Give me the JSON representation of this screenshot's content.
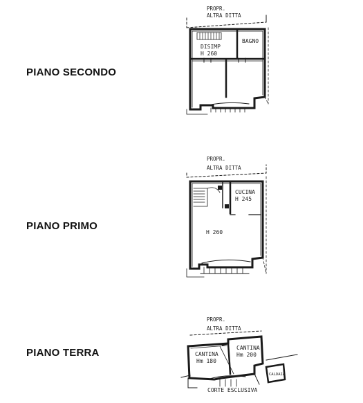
{
  "floors": [
    {
      "title": "PIANO SECONDO",
      "neighbor_label_1": "PROPR.",
      "neighbor_label_2": "ALTRA DITTA",
      "rooms": [
        {
          "name": "DISIMP",
          "height": "H 260"
        },
        {
          "name": "BAGNO"
        }
      ]
    },
    {
      "title": "PIANO PRIMO",
      "neighbor_label_1": "PROPR.",
      "neighbor_label_2": "ALTRA DITTA",
      "rooms": [
        {
          "name": "CUCINA",
          "height": "H 245"
        },
        {
          "height": "H 260"
        }
      ]
    },
    {
      "title": "PIANO TERRA",
      "neighbor_label_1": "PROPR.",
      "neighbor_label_2": "ALTRA DITTA",
      "rooms": [
        {
          "name": "CANTINA",
          "height": "Hm 180"
        },
        {
          "name": "CANTINA",
          "height": "Hm 200"
        },
        {
          "name": "CALDAIA"
        }
      ],
      "court_label": "CORTE ESCLUSIVA"
    }
  ],
  "colors": {
    "line": "#1a1a1a",
    "text": "#111111",
    "background": "#ffffff"
  }
}
